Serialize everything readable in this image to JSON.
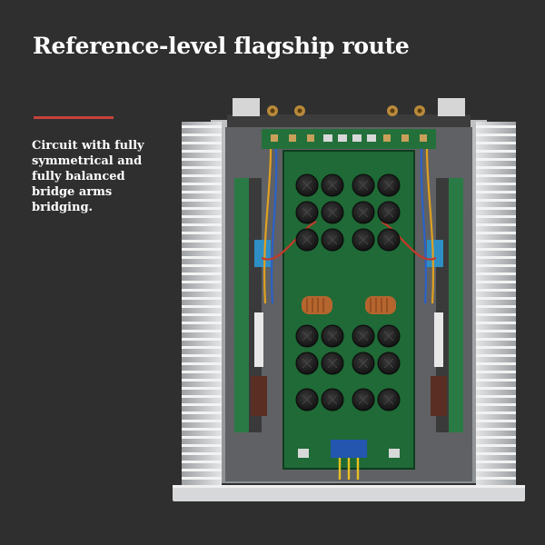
{
  "title": "Reference-level flagship route",
  "description": "Circuit with fully symmetrical and fully balanced bridge arms bridging.",
  "colors": {
    "background": "#2f2f2f",
    "accent_line": "#c8423b",
    "pcb_green": "#1f6a36",
    "heatsink": "#c9cbcd",
    "capacitor": "#1b1b1b"
  },
  "image_subject": "amplifier-internals-photo"
}
